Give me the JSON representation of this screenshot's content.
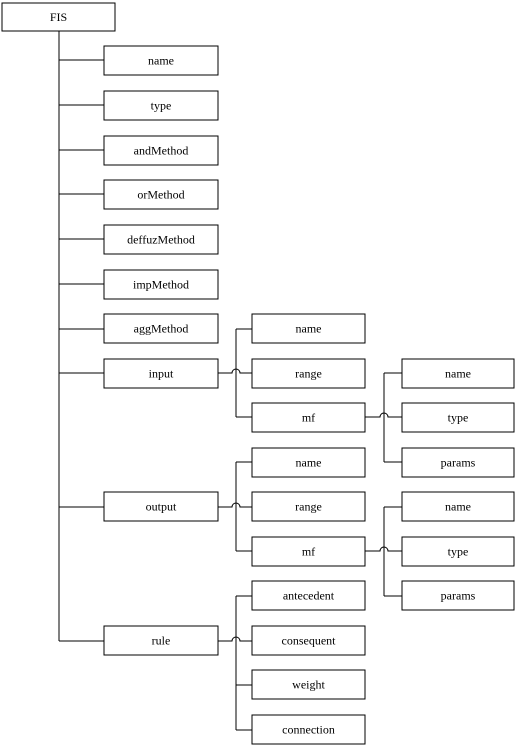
{
  "diagram": {
    "root": "FIS",
    "fields": {
      "name": "name",
      "type": "type",
      "andMethod": "andMethod",
      "orMethod": "orMethod",
      "deffuzMethod": "deffuzMethod",
      "impMethod": "impMethod",
      "aggMethod": "aggMethod",
      "input": "input",
      "output": "output",
      "rule": "rule"
    },
    "input": {
      "name": "name",
      "range": "range",
      "mf": "mf",
      "mf_children": {
        "name": "name",
        "type": "type",
        "params": "params"
      }
    },
    "output": {
      "name": "name",
      "range": "range",
      "mf": "mf",
      "mf_children": {
        "name": "name",
        "type": "type",
        "params": "params"
      }
    },
    "rule": {
      "antecedent": "antecedent",
      "consequent": "consequent",
      "weight": "weight",
      "connection": "connection"
    }
  }
}
